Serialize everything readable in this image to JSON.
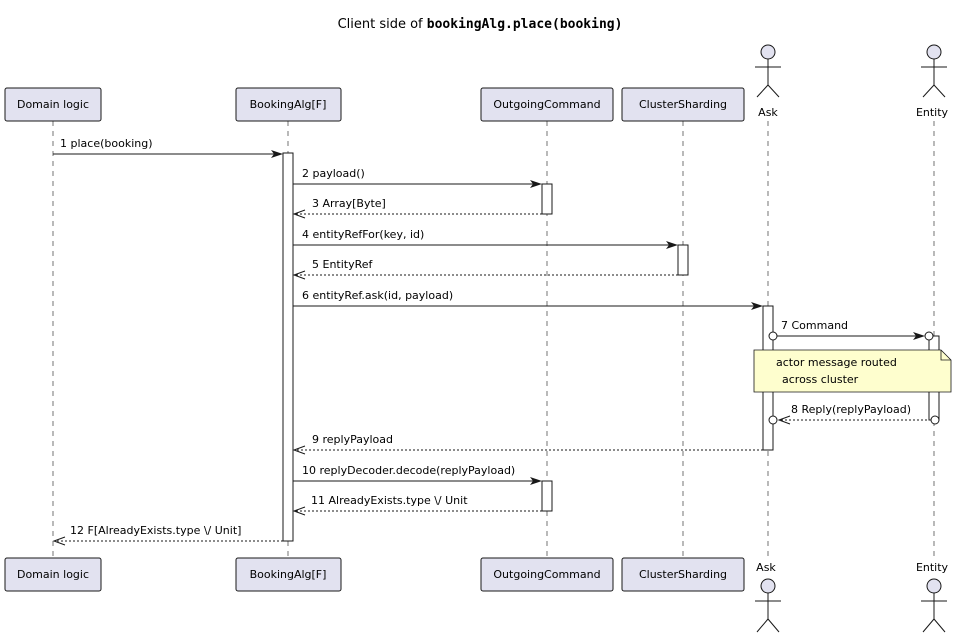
{
  "title": {
    "prefix": "Client side of ",
    "code": "bookingAlg.place(booking)"
  },
  "participants": {
    "domain": "Domain logic",
    "booking_alg": "BookingAlg[F]",
    "outgoing": "OutgoingCommand",
    "sharding": "ClusterSharding",
    "ask": "Ask",
    "entity": "Entity"
  },
  "messages": [
    "1 place(booking)",
    "2 payload()",
    "3 Array[Byte]",
    "4 entityRefFor(key, id)",
    "5 EntityRef",
    "6 entityRef.ask(id, payload)",
    "7 Command",
    "8 Reply(replyPayload)",
    "9 replyPayload",
    "10 replyDecoder.decode(replyPayload)",
    "11 AlreadyExists.type \\/ Unit",
    "12 F[AlreadyExists.type \\/ Unit]"
  ],
  "note": {
    "line1": "actor message routed",
    "line2": "across cluster"
  }
}
